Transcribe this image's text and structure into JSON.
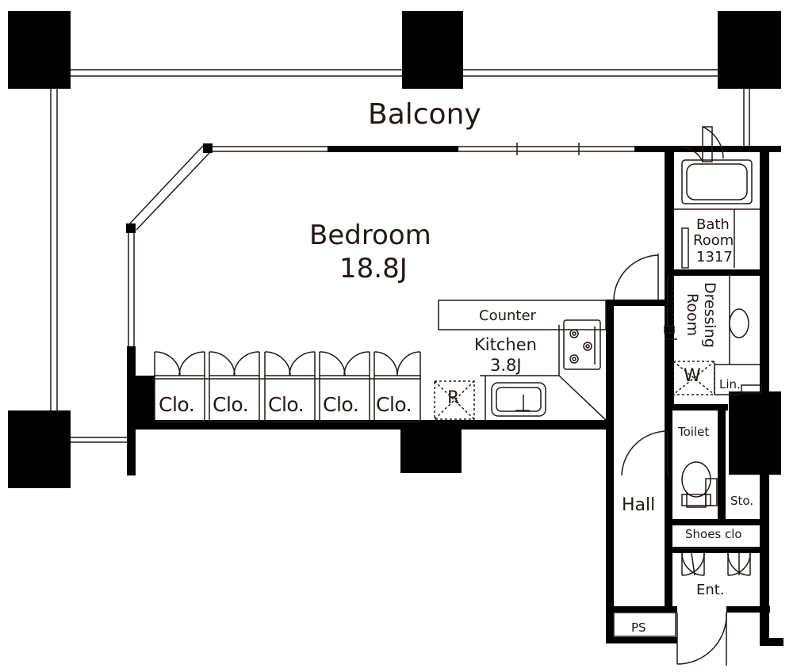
{
  "rooms": {
    "balcony": "Balcony",
    "bedroom": "Bedroom",
    "bedroom_area": "18.8J",
    "counter": "Counter",
    "kitchen": "Kitchen",
    "kitchen_area": "3.8J",
    "bath_line1": "Bath",
    "bath_line2": "Room",
    "bath_line3": "1317",
    "dressing_line1": "Dressing",
    "dressing_line2": "Room",
    "washer": "W",
    "linen": "Lin.",
    "toilet": "Toilet",
    "storage": "Sto.",
    "hall": "Hall",
    "shoes_closet": "Shoes clo",
    "entrance": "Ent.",
    "pipe_space": "PS",
    "refrigerator": "R",
    "closets": [
      "Clo.",
      "Clo.",
      "Clo.",
      "Clo.",
      "Clo."
    ]
  },
  "colors": {
    "wall": "#000000",
    "line": "#231815",
    "background": "#ffffff"
  }
}
